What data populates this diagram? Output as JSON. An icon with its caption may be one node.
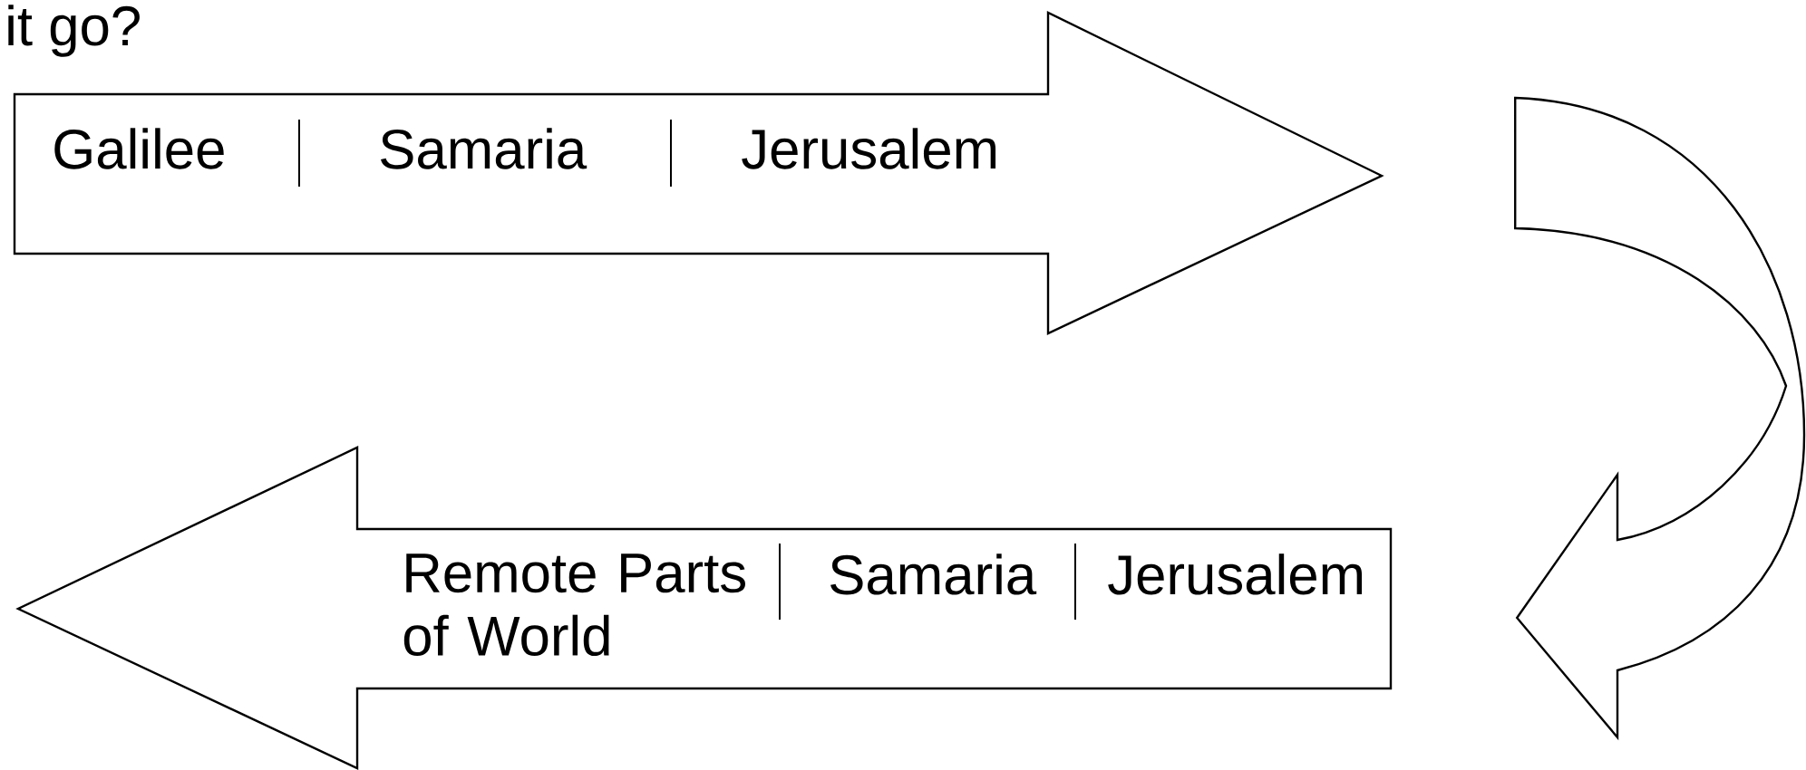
{
  "diagram": {
    "nodes": [
      {
        "text": [
          "Galilee",
          "Samaria",
          "Jerusalem"
        ]
      },
      {
        "text": [
          "Remote Parts of World",
          "Samaria",
          "Jerusalem"
        ]
      }
    ],
    "edges": [
      {
        "from": 0,
        "to": 1,
        "arrow": "to"
      }
    ],
    "labels": [
      "it go?"
    ]
  }
}
